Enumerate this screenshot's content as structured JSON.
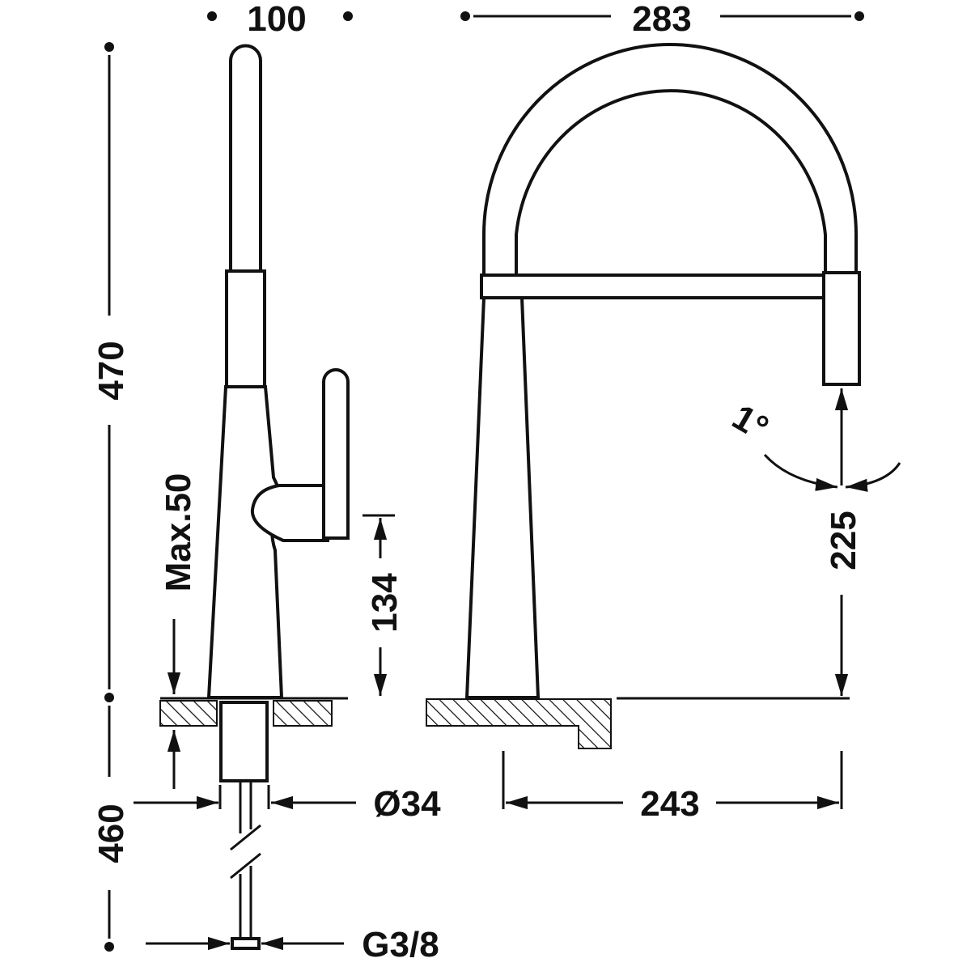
{
  "dimensions": {
    "width_side": "100",
    "width_front": "283",
    "total_height": "470",
    "max_deck": "Max.50",
    "handle_height": "134",
    "spout_clearance": "225",
    "swivel_angle": "1°",
    "hose_length": "460",
    "hole_diameter": "Ø34",
    "reach": "243",
    "connection": "G3/8"
  },
  "colors": {
    "line": "#111111",
    "background": "#ffffff"
  }
}
